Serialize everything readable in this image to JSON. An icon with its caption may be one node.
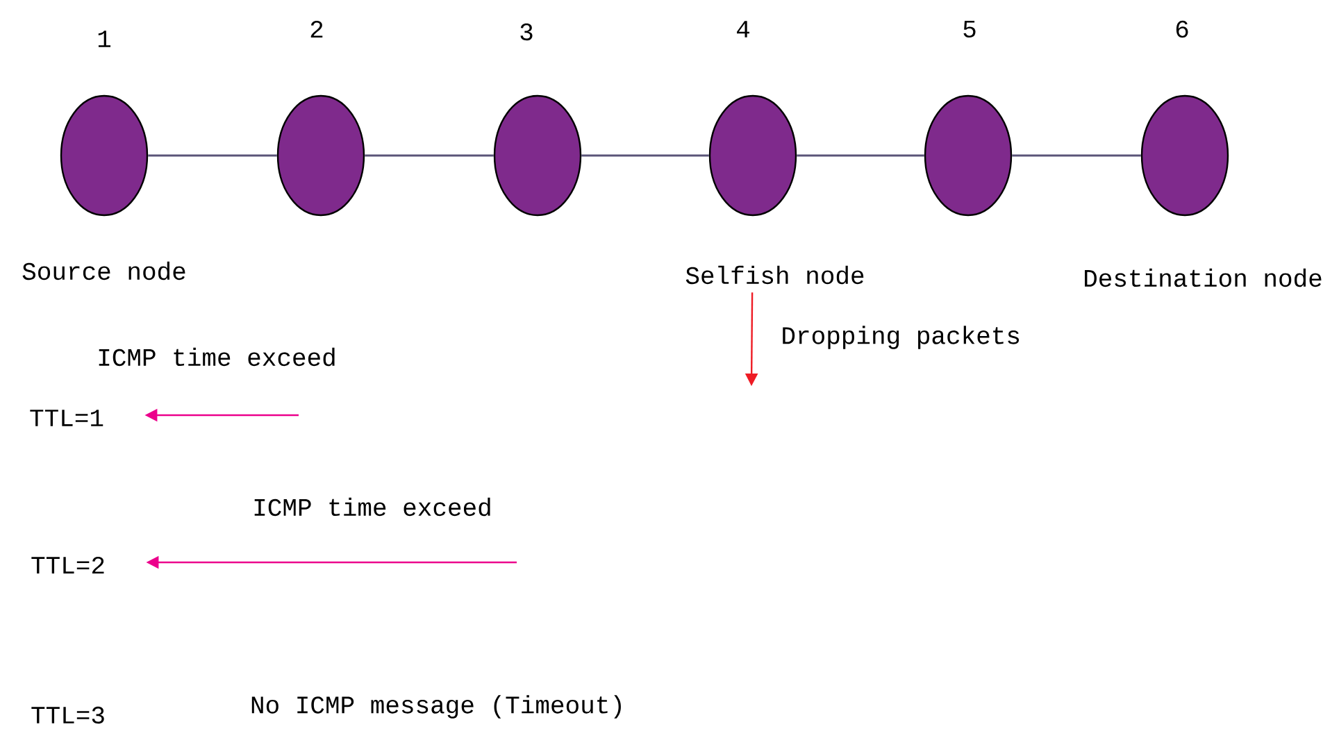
{
  "diagram": {
    "nodes": [
      {
        "text": [
          "1"
        ],
        "beside": [
          "Source node"
        ]
      },
      {
        "text": [
          "2"
        ]
      },
      {
        "text": [
          "3"
        ]
      },
      {
        "text": [
          "4"
        ],
        "beside": [
          "Selfish node"
        ]
      },
      {
        "text": [
          "5"
        ]
      },
      {
        "text": [
          "6"
        ],
        "beside": [
          "Destination node"
        ]
      },
      {
        "text": [
          "TTL=1"
        ]
      },
      {
        "text": [
          "TTL=2"
        ]
      }
    ],
    "edges": [
      {
        "from": 0,
        "to": 1,
        "arrow": "none"
      },
      {
        "from": 1,
        "to": 2,
        "arrow": "none"
      },
      {
        "from": 2,
        "to": 3,
        "arrow": "none"
      },
      {
        "from": 3,
        "to": 4,
        "arrow": "none"
      },
      {
        "from": 4,
        "to": 5,
        "arrow": "none"
      },
      {
        "from": 3,
        "to": null,
        "arrow": "to",
        "label": "Dropping packets",
        "color": "#ee1c25"
      },
      {
        "from": null,
        "to": 6,
        "arrow": "to",
        "label": "ICMP time exceed",
        "color": "#ec008c"
      },
      {
        "from": null,
        "to": 7,
        "arrow": "to",
        "label": "ICMP time exceed",
        "color": "#ec008c"
      }
    ],
    "labels": [
      "TTL=3",
      "No ICMP message (Timeout)"
    ]
  }
}
